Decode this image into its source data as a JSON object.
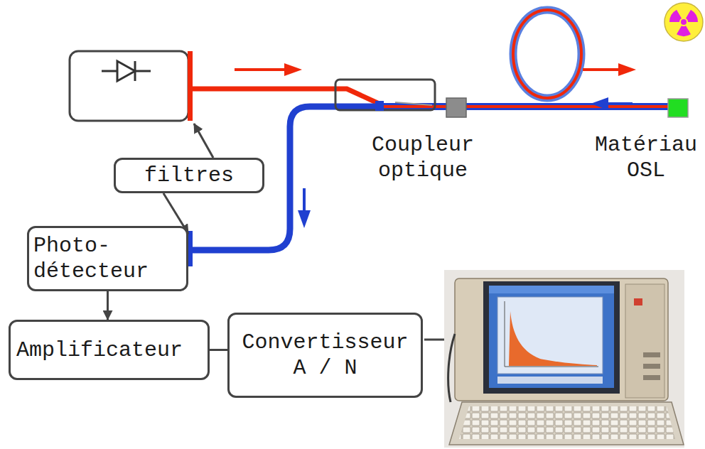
{
  "diagram": {
    "nodes": [
      {
        "text": [
          "filtres"
        ]
      },
      {
        "text": [
          "Photo- détecteur"
        ]
      },
      {
        "text": [
          "Amplificateur"
        ]
      },
      {
        "text": [
          "Convertisseur A / N"
        ]
      }
    ],
    "edges": [
      {
        "from": 0,
        "to": 1,
        "arrow": "to"
      },
      {
        "from": 1,
        "to": 2,
        "arrow": "to"
      },
      {
        "from": 2,
        "to": 3,
        "arrow": "none"
      }
    ],
    "labels": [
      "Coupleur optique",
      "Matériau OSL"
    ]
  }
}
